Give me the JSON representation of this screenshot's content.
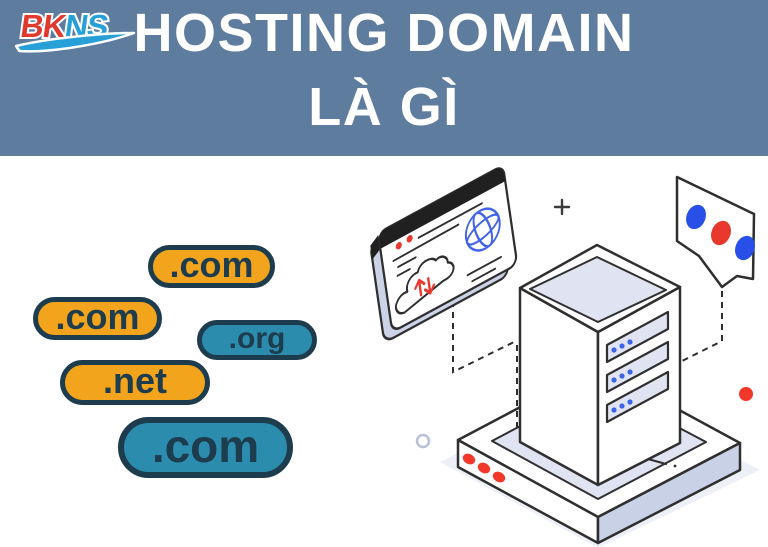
{
  "header": {
    "background_color": "#5e7c9d",
    "logo": {
      "part1": "BK",
      "part2": "NS",
      "part1_color": "#e0392e",
      "part2_color": "#27a0d8"
    },
    "title_line1": "HOSTING DOMAIN",
    "title_line2": "LÀ GÌ",
    "title_color": "#ffffff"
  },
  "domain_pills": {
    "text_color": "#1d3c4e",
    "border_color": "#1d3c4e",
    "items": [
      {
        "label": ".com",
        "color": "#f2a41c"
      },
      {
        "label": ".com",
        "color": "#f2a41c"
      },
      {
        "label": ".org",
        "color": "#2b8cad"
      },
      {
        "label": ".net",
        "color": "#f2a41c"
      },
      {
        "label": ".com",
        "color": "#2b8cad"
      }
    ]
  },
  "illustration": {
    "icons": [
      "browser-window-icon",
      "globe-icon",
      "cloud-sync-icon",
      "server-tower-icon",
      "server-platform-icon",
      "speech-bubble-icon",
      "plus-icon",
      "circle-accent-icon",
      "red-dot-accent-icon"
    ],
    "colors": {
      "outline": "#2f2f2f",
      "lavender_light": "#dfe3f2",
      "lavender_mid": "#c9d1e6",
      "shadow": "#eef0f8",
      "blue": "#3c64e6",
      "bubble_blue": "#2850e8",
      "red": "#f2372b"
    }
  }
}
